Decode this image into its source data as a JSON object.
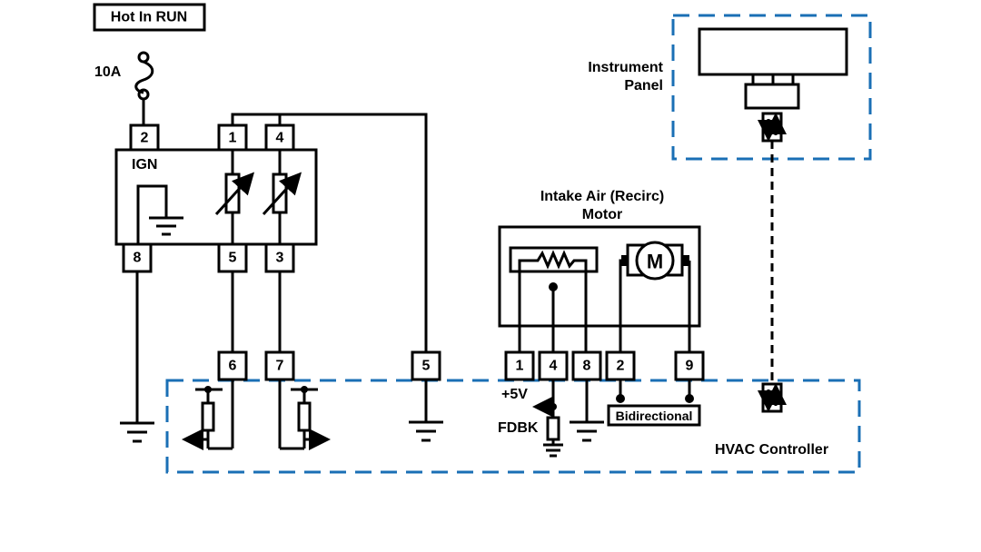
{
  "title_box": "Hot In RUN",
  "fuse": {
    "rating": "10A"
  },
  "left_module": {
    "label": "IGN",
    "top_pins": [
      "2",
      "1",
      "4"
    ],
    "bottom_pins": [
      "8",
      "5",
      "3"
    ]
  },
  "hvac_pins_left": [
    "6",
    "7",
    "5"
  ],
  "motor": {
    "title_line1": "Intake Air (Recirc)",
    "title_line2": "Motor",
    "motor_symbol": "M",
    "pins": [
      "1",
      "4",
      "8",
      "2",
      "9"
    ]
  },
  "labels": {
    "plus5v": "+5V",
    "fdbk": "FDBK",
    "bidirectional": "Bidirectional",
    "hvac_controller": "HVAC Controller",
    "instrument_panel_line1": "Instrument",
    "instrument_panel_line2": "Panel"
  },
  "colors": {
    "module_boundary": "#1a6fb5",
    "wire": "#000000"
  }
}
